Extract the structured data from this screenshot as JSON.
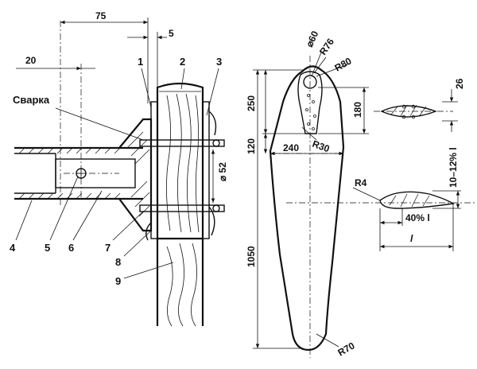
{
  "dimensions": {
    "d75": "75",
    "d5": "5",
    "d20": "20",
    "d60": "⌀60",
    "r76": "R76",
    "r80": "R80",
    "d250": "250",
    "d180": "180",
    "d26": "26",
    "d120": "120",
    "d240": "240",
    "r30": "R30",
    "d52": "⌀ 52",
    "pct10_12": "10–12% l",
    "r4": "R4",
    "pct40": "40% l",
    "l": "l",
    "d1050": "1050",
    "r70": "R70"
  },
  "labels": {
    "weld": "Сварка",
    "p1": "1",
    "p2": "2",
    "p3": "3",
    "p4": "4",
    "p5": "5",
    "p6": "6",
    "p7": "7",
    "p8": "8",
    "p9": "9"
  }
}
